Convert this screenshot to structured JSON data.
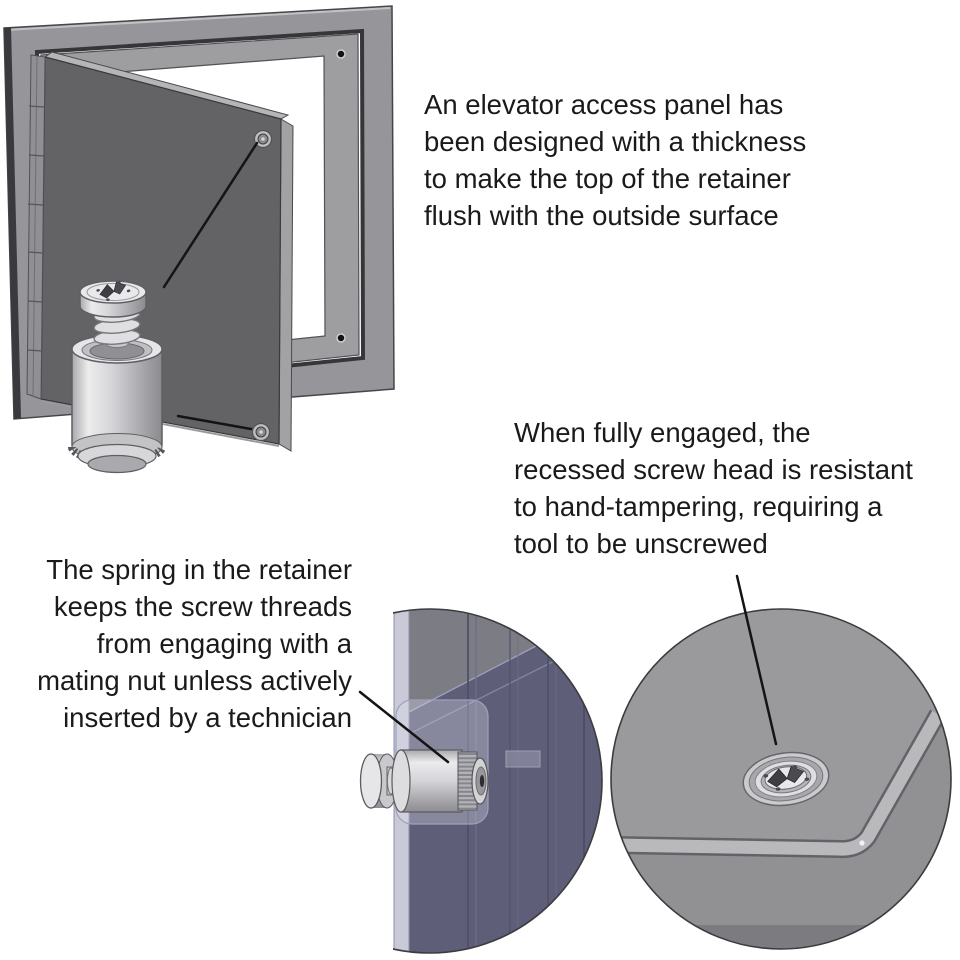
{
  "figure": {
    "background": "#ffffff",
    "annotations": {
      "panel_thickness": {
        "text": "An elevator access panel has\nbeen designed with a thickness\nto make the top of the retainer\nflush with the outside surface"
      },
      "tamper_resistant": {
        "text": "When fully engaged, the\nrecessed screw head is resistant\nto hand-tampering, requiring a\ntool to be unscrewed"
      },
      "spring_function": {
        "text": "The spring in the retainer\nkeeps the screw threads\nfrom engaging with a\nmating nut unless actively\ninserted by a technician"
      }
    },
    "views": {
      "overview": "open-access-panel-with-captive-retainer",
      "section": "retainer-through-translucent-panel-section",
      "detail": "recessed-tamper-resistant-screw-head"
    },
    "palette": {
      "background": "#ffffff",
      "frame_gray": "#96969a",
      "door_gray": "#636366",
      "metal_light": "#e9e9ec",
      "panel_translucent": "#5e5e78",
      "panel_face_gray": "#9a9a9d",
      "leader_line": "#141414",
      "text": "#1a1a1a"
    }
  }
}
